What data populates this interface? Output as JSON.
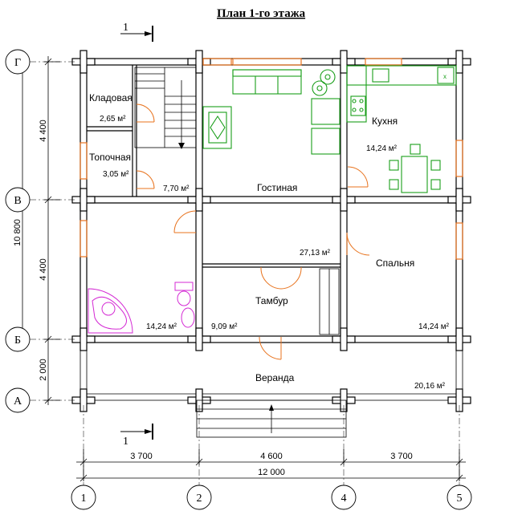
{
  "title": "План 1-го этажа",
  "section_mark": "1",
  "rooms": {
    "storage": {
      "name": "Кладовая",
      "area": "2,65 м²"
    },
    "boiler": {
      "name": "Топочная",
      "area": "3,05 м²"
    },
    "stair_hall": {
      "area": "7,70 м²"
    },
    "living": {
      "name": "Гостиная",
      "area": "27,13 м²"
    },
    "kitchen": {
      "name": "Кухня",
      "area": "14,24 м²"
    },
    "bedroom": {
      "name": "Спальня",
      "area": "14,24 м²"
    },
    "bathroom": {
      "area": "14,24 м²"
    },
    "vestibule": {
      "name": "Тамбур",
      "area": "9,09 м²"
    },
    "veranda": {
      "name": "Веранда",
      "area": "20,16 м²"
    }
  },
  "axes": {
    "rows": [
      "Г",
      "В",
      "Б",
      "А"
    ],
    "cols": [
      "1",
      "2",
      "4",
      "5"
    ]
  },
  "dims": {
    "vertical": [
      "4 400",
      "4 400",
      "2 000"
    ],
    "vertical_total": "10 800",
    "horizontal": [
      "3 700",
      "4 600",
      "3 700"
    ],
    "horizontal_total": "12 000"
  },
  "colors": {
    "window": "#e8731e",
    "furniture": "#1a9e1a",
    "sanitary": "#d42ad4"
  }
}
